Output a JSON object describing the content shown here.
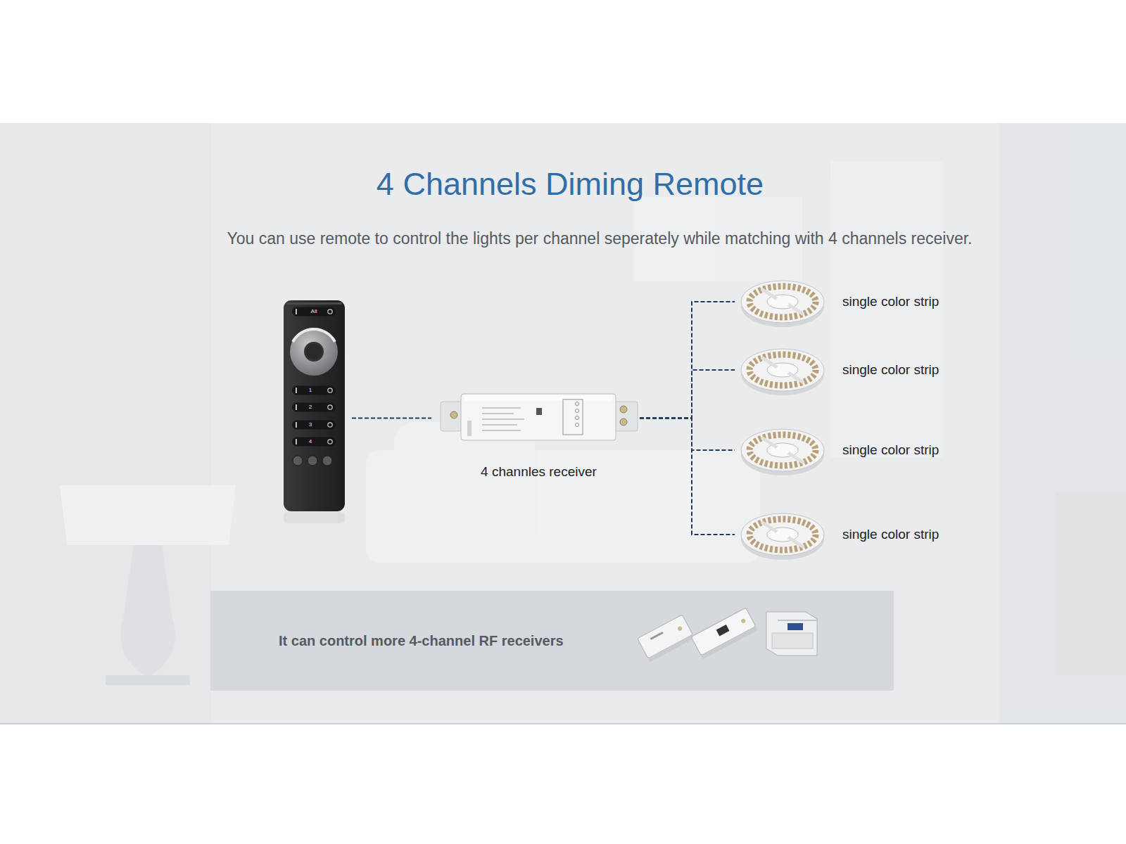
{
  "diagram": {
    "title": "4 Channels Diming Remote",
    "nodes": [
      {
        "text": [
          "All",
          "1",
          "2",
          "3",
          "4"
        ]
      },
      {
        "text": [
          "4 channles receiver"
        ]
      },
      {
        "text": [
          "single color strip"
        ]
      },
      {
        "text": [
          "single color strip"
        ]
      },
      {
        "text": [
          "single color strip"
        ]
      },
      {
        "text": [
          "single color strip"
        ]
      },
      {
        "text": [
          "It can control more 4-channel RF receivers"
        ]
      }
    ],
    "edges": [
      {
        "from": 0,
        "to": 1,
        "arrow": "none"
      },
      {
        "from": 1,
        "to": 2,
        "arrow": "none"
      },
      {
        "from": 1,
        "to": 3,
        "arrow": "none"
      },
      {
        "from": 1,
        "to": 4,
        "arrow": "none"
      },
      {
        "from": 1,
        "to": 5,
        "arrow": "none"
      }
    ],
    "labels": [
      "You can use remote to control the lights per channel seperately while matching with 4 channels receiver."
    ]
  }
}
